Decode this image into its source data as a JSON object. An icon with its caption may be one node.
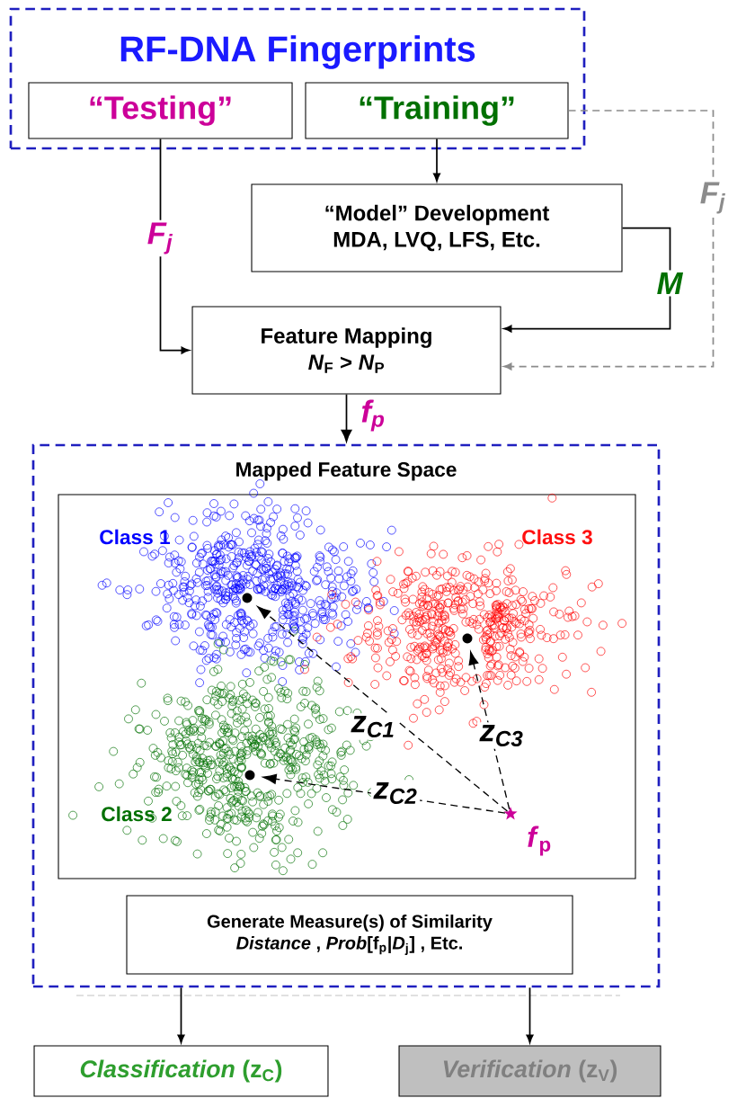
{
  "diagram": {
    "nodes": [
      {
        "text": [
          "RF-DNA Fingerprints"
        ]
      },
      {
        "text": [
          "“Testing”"
        ],
        "in": 0
      },
      {
        "text": [
          "“Training”"
        ],
        "in": 0
      },
      {
        "text": [
          "“Model” Development",
          "MDA, LVQ, LFS, Etc."
        ]
      },
      {
        "text": [
          "Feature Mapping",
          "*N*$_{F}$ > *N*$_{P}$"
        ]
      },
      {
        "text": [
          "Mapped Feature Space"
        ]
      },
      {
        "text": [],
        "shape": "box",
        "in": 5
      },
      {
        "text": [],
        "shape": "circle",
        "in": 6
      },
      {
        "text": [],
        "shape": "circle",
        "in": 6
      },
      {
        "text": [],
        "shape": "circle",
        "in": 6
      },
      {
        "text": [],
        "shape": "star",
        "in": 6,
        "beside": [
          "*f*$_{p}$"
        ]
      },
      {
        "text": [
          "Generate Measure(s) of Similarity",
          "*Distance* , *Prob*[f$_{p}$|*D*$_{j}$] , Etc."
        ],
        "in": 5
      },
      {
        "text": [
          "*Classification* (z$_{C}$)"
        ]
      },
      {
        "text": [
          "*Verification* (z$_{V}$)"
        ]
      }
    ],
    "edges": [
      {
        "from": 1,
        "to": 4,
        "arrow": "to",
        "label": "*F*$_{j}$"
      },
      {
        "from": 2,
        "to": 3,
        "arrow": "to"
      },
      {
        "from": 3,
        "to": 4,
        "arrow": "to",
        "label": "*M*"
      },
      {
        "from": 2,
        "to": 4,
        "arrow": "to",
        "style": "dashed",
        "color": "#8c8c8c",
        "label": "*F*$_{j}$"
      },
      {
        "from": 4,
        "to": 5,
        "arrow": "to",
        "label": "*f*$_{p}$"
      },
      {
        "from": 10,
        "to": 7,
        "arrow": "to",
        "style": "dashed",
        "label": "z$_{C1}$"
      },
      {
        "from": 10,
        "to": 8,
        "arrow": "to",
        "style": "dashed",
        "label": "z$_{C3}$"
      },
      {
        "from": 10,
        "to": 9,
        "arrow": "to",
        "style": "dashed",
        "label": "z$_{C2}$"
      },
      {
        "from": 5,
        "to": 12,
        "arrow": "to"
      },
      {
        "from": 5,
        "to": 13,
        "arrow": "to"
      }
    ],
    "labels": [
      "Class 1",
      "Class 3",
      "Class 2"
    ]
  }
}
